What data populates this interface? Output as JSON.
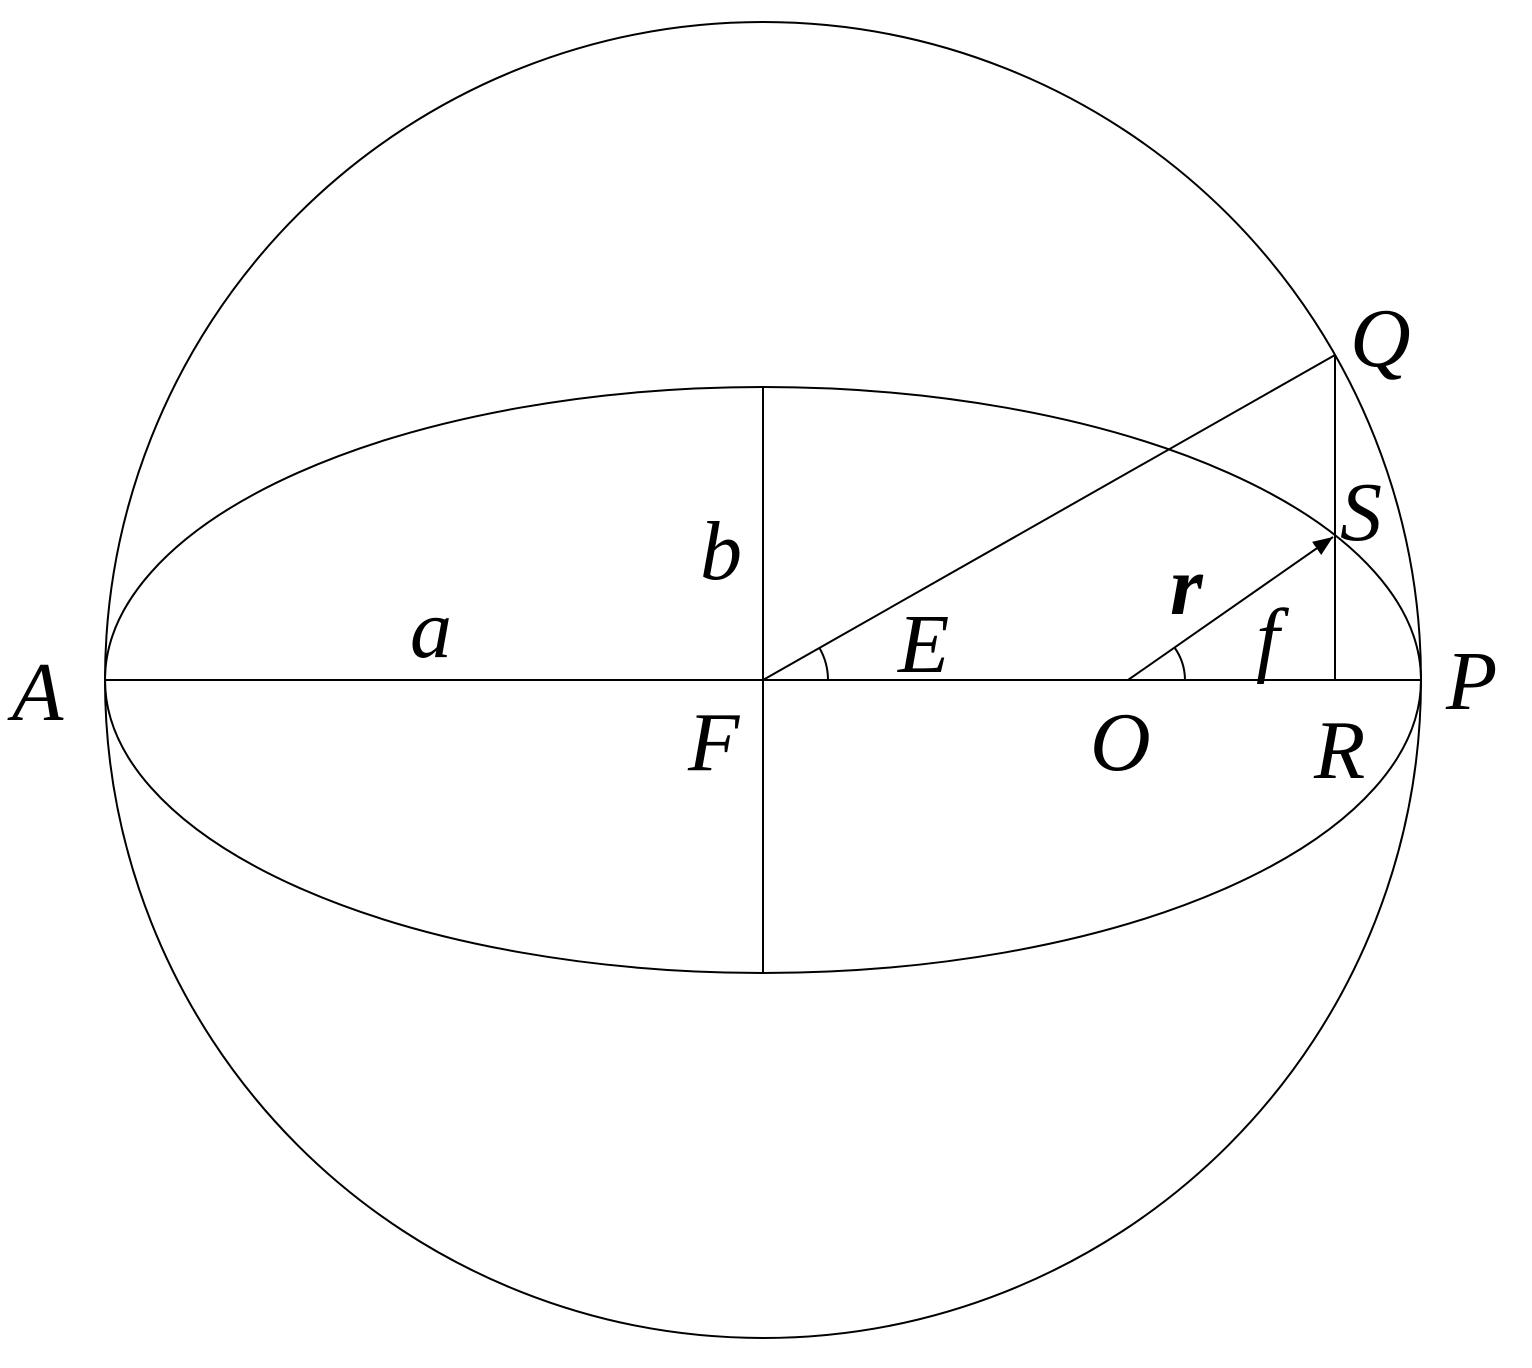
{
  "labels": {
    "A": "A",
    "P": "P",
    "Q": "Q",
    "S": "S",
    "F": "F",
    "O": "O",
    "R": "R",
    "E": "E",
    "f": "f",
    "a": "a",
    "b": "b",
    "r": "r"
  },
  "colors": {
    "line": "#000000",
    "background": "#ffffff"
  }
}
